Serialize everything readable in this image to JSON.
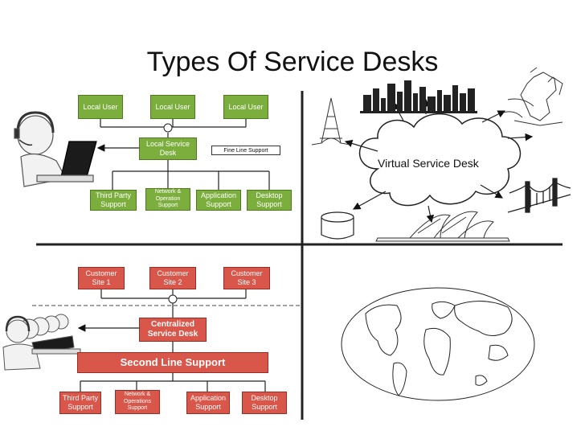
{
  "title": "Types Of Service Desks",
  "local": {
    "users": [
      "Local User",
      "Local User",
      "Local User"
    ],
    "desk": "Local Service Desk",
    "fine_line": "Fine Line Support",
    "supports": [
      "Third Party Support",
      "Network & Operation Support",
      "Application Support",
      "Desktop Support"
    ]
  },
  "virtual": {
    "label": "Virtual Service Desk"
  },
  "centralized": {
    "sites": [
      "Customer Site 1",
      "Customer Site 2",
      "Customer Site 3"
    ],
    "desk": "Centralized Service Desk",
    "second_line": "Second Line Support",
    "supports": [
      "Third Party Support",
      "Network & Operations Support",
      "Application Support",
      "Desktop Support"
    ]
  },
  "colors": {
    "green": "#7cae3d",
    "red": "#d9574a"
  }
}
